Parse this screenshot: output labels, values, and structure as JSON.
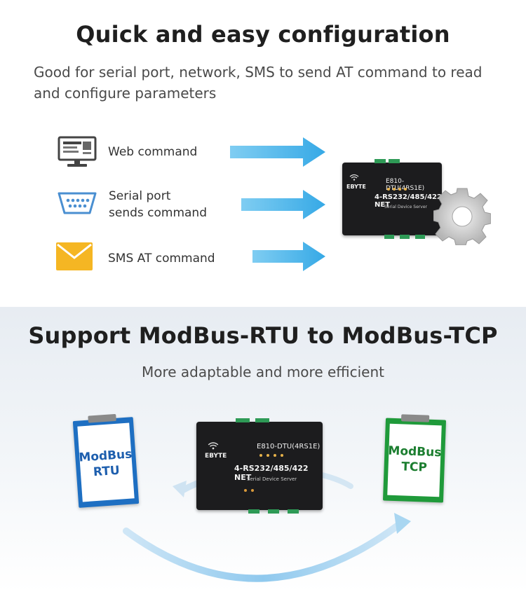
{
  "section1": {
    "title": "Quick and easy configuration",
    "subtitle_line1": "Good for serial port, network, SMS to send AT command to read",
    "subtitle_line2": "and configure parameters",
    "items": [
      {
        "label_lines": [
          "Web command"
        ],
        "icon": "monitor-icon"
      },
      {
        "label_lines": [
          "Serial port",
          "sends command"
        ],
        "icon": "serial-port-icon"
      },
      {
        "label_lines": [
          "SMS AT command"
        ],
        "icon": "envelope-icon"
      }
    ],
    "device": {
      "model": "E810-DTU(4RS1E)",
      "name": "4-RS232/485/422 NET",
      "caption": "Serial Device Server",
      "brand": "EBYTE"
    }
  },
  "section2": {
    "title": "Support ModBus-RTU to ModBus-TCP",
    "subtitle": "More adaptable and more efficient",
    "left_card": {
      "line1": "ModBus",
      "line2": "RTU"
    },
    "right_card": {
      "line1": "ModBus",
      "line2": "TCP"
    },
    "device": {
      "model": "E810-DTU(4RS1E)",
      "name": "4-RS232/485/422 NET",
      "caption": "Serial Device Server",
      "brand": "EBYTE"
    }
  },
  "colors": {
    "arrow_blue": "#4fb8ea",
    "rtu_blue": "#1e6fc2",
    "tcp_green": "#1f9a3a",
    "envelope_yellow": "#f5b623"
  }
}
